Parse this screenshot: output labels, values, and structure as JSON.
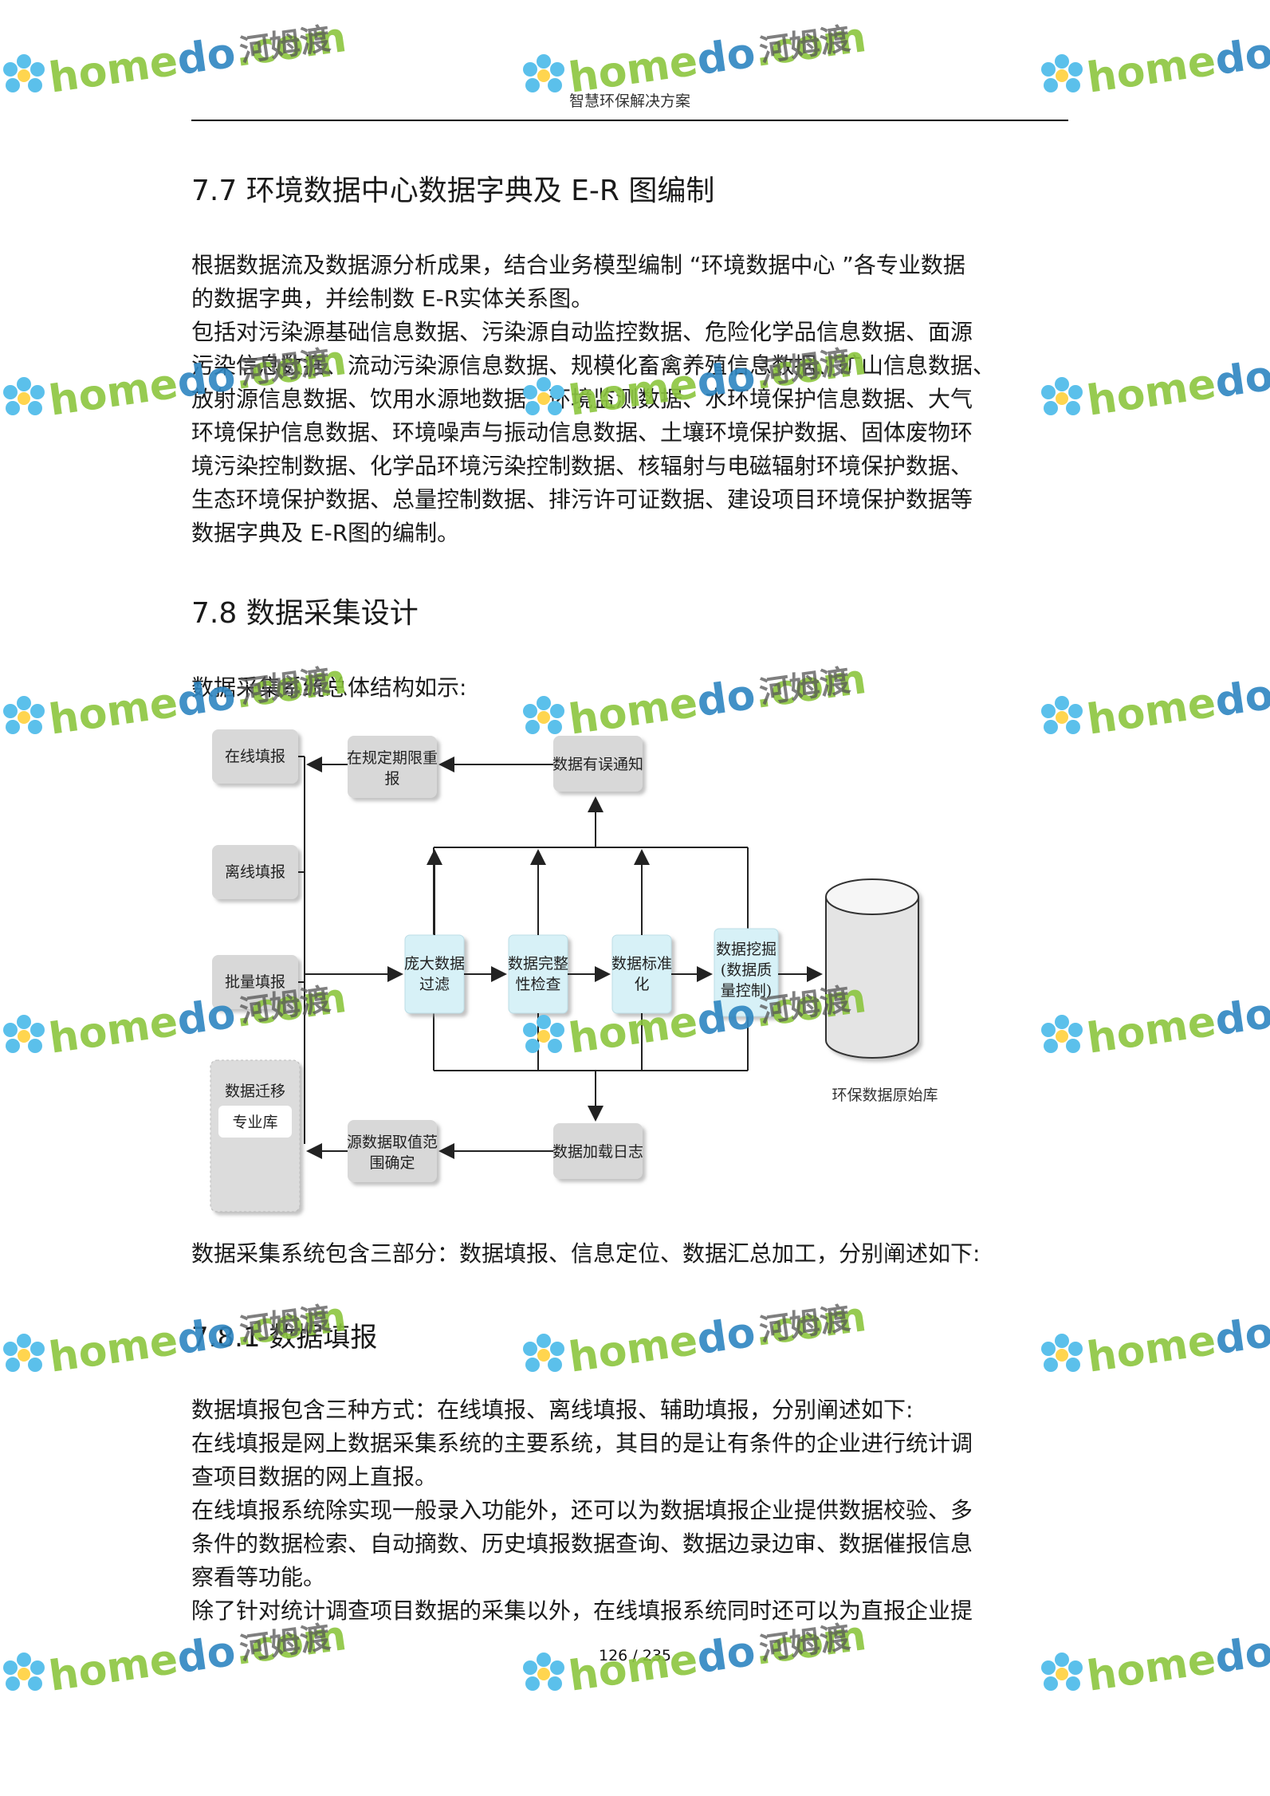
{
  "header": {
    "title": "智慧环保解决方案"
  },
  "section_7_7": {
    "heading": "7.7 环境数据中心数据字典及      E-R 图编制",
    "para1": [
      "根据数据流及数据源分析成果，结合业务模型编制       “环境数据中心 ”各专业数据",
      "的数据字典，并绘制数    E-R实体关系图。"
    ],
    "para2": [
      "包括对污染源基础信息数据、污染源自动监控数据、危险化学品信息数据、面源",
      "污染信息数据、流动污染源信息数据、规模化畜禽养殖信息数据、矿山信息数据、",
      "放射源信息数据、饮用水源地数据、环境监测数据、水环境保护信息数据、大气",
      "环境保护信息数据、环境噪声与振动信息数据、土壤环境保护数据、固体废物环",
      "境污染控制数据、化学品环境污染控制数据、核辐射与电磁辐射环境保护数据、",
      "生态环境保护数据、总量控制数据、排污许可证数据、建设项目环境保护数据等",
      "数据字典及   E-R图的编制。"
    ]
  },
  "section_7_8": {
    "heading": "7.8 数据采集设计",
    "intro": "数据采集系统总体结构如示:",
    "summary": "数据采集系统包含三部分：数据填报、信息定位、数据汇总加工，分别阐述如下:"
  },
  "diagram": {
    "online": "在线填报",
    "offline": "离线填报",
    "batch": "批量填报",
    "migration": "数据迁移",
    "special_db": "专业库",
    "resubmit": [
      "在规定期限重",
      "报"
    ],
    "error_notice": "数据有误通知",
    "big_filter": [
      "庞大数据",
      "过滤"
    ],
    "integrity": [
      "数据完整",
      "性检查"
    ],
    "standardize": [
      "数据标准",
      "化"
    ],
    "mining": [
      "数据挖掘",
      "(数据质",
      "量控制)"
    ],
    "load_log": "数据加载日志",
    "range": [
      "源数据取值范",
      "围确定"
    ],
    "database": "环保数据原始库"
  },
  "section_7_8_1": {
    "heading": "7.8.1 数据填报",
    "para1": [
      "数据填报包含三种方式：在线填报、离线填报、辅助填报，分别阐述如下:",
      "在线填报是网上数据采集系统的主要系统，其目的是让有条件的企业进行统计调",
      "查项目数据的网上直报。"
    ],
    "para2": [
      "在线填报系统除实现一般录入功能外，还可以为数据填报企业提供数据校验、多",
      "条件的数据检索、自动摘数、历史填报数据查询、数据边录边审、数据催报信息",
      "察看等功能。"
    ],
    "para3": [
      "除了针对统计调查项目数据的采集以外，在线填报系统同时还可以为直报企业提"
    ]
  },
  "footer": {
    "page": "126  /  235"
  },
  "watermark": {
    "domain_a": "home",
    "domain_b": "do",
    "domain_c": ".com",
    "brand": "河姆渡"
  },
  "colors": {
    "wm_green": "#8cc63f",
    "wm_blue": "#2e86c1",
    "box_blue": "#d7f1f7",
    "box_gray": "#d8d8d8"
  }
}
